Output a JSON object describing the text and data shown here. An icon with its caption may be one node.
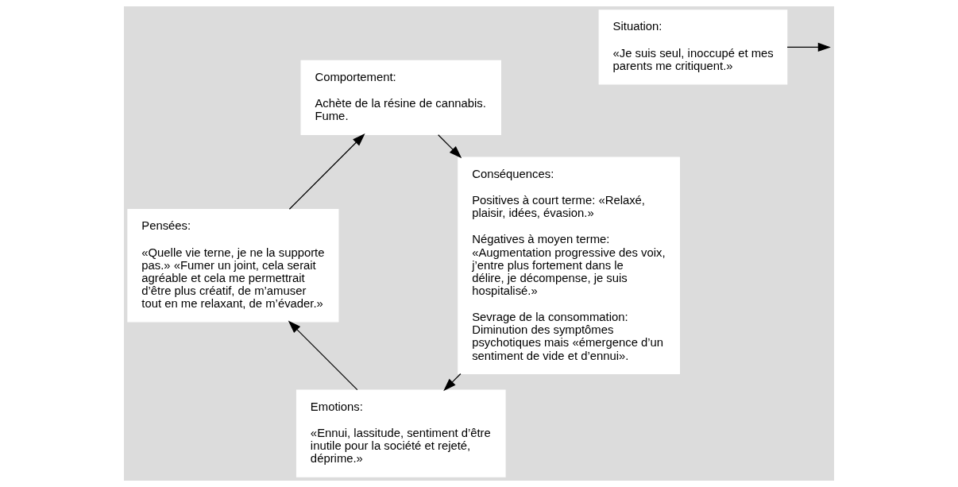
{
  "diagram": {
    "nodes": [
      {
        "text": [
          "Situation:",
          "«Je suis seul, inoccupé et mes parents me critiquent.»"
        ]
      },
      {
        "text": [
          "Emotions:",
          "«Ennui, lassitude, sentiment d’être inutile pour la société et rejeté, déprime.»"
        ]
      },
      {
        "text": [
          "Pensées:",
          "«Quelle vie terne, je ne la supporte pas.» «Fumer un joint, cela serait agréable et cela me permettrait d’être plus créatif, de m’amuser tout en me relaxant, de m’évader.»"
        ]
      },
      {
        "text": [
          "Comportement:",
          "Achète de la résine de cannabis. Fume."
        ]
      },
      {
        "text": [
          "Conséquences:",
          "Positives à court terme: «Relaxé, plaisir, idées, évasion.»",
          "Négatives à moyen terme: «Augmentation progressive des voix, j’entre plus fortement dans le délire, je décompense, je suis hospitalisé.»",
          "Sevrage de la consommation: Diminution des symptômes psychotiques mais «émergence d’un sentiment de vide et d’ennui»."
        ]
      }
    ],
    "edges": [
      {
        "from": 0,
        "to": null,
        "arrow": "to"
      },
      {
        "from": 4,
        "to": 1,
        "arrow": "to"
      },
      {
        "from": 1,
        "to": 2,
        "arrow": "to"
      },
      {
        "from": 2,
        "to": 3,
        "arrow": "to"
      },
      {
        "from": 3,
        "to": 4,
        "arrow": "to"
      }
    ]
  }
}
